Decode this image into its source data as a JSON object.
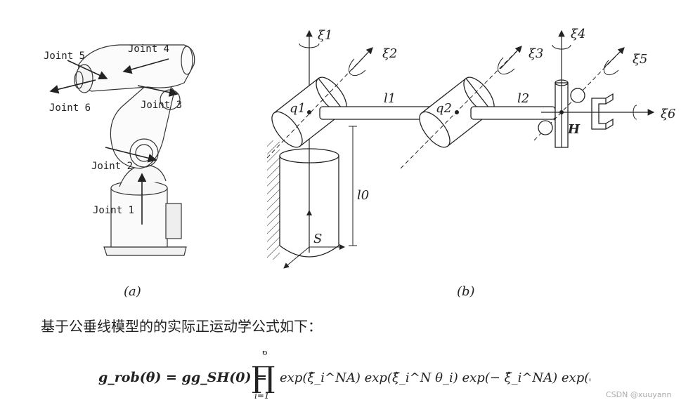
{
  "fig_a": {
    "caption": "(a)",
    "joints": [
      "Joint 1",
      "Joint 2",
      "Joint 3",
      "Joint 4",
      "Joint 5",
      "Joint 6"
    ]
  },
  "fig_b": {
    "caption": "(b)",
    "xi": [
      "ξ1",
      "ξ2",
      "ξ3",
      "ξ4",
      "ξ5",
      "ξ6"
    ],
    "q1": "q1",
    "q2": "q2",
    "l0": "l0",
    "l1": "l1",
    "l2": "l2",
    "S": "S",
    "H": "H"
  },
  "text": {
    "intro": "基于公垂线模型的的实际正运动学公式如下："
  },
  "formula": {
    "lhs": "g_rob(θ) = gg_SH(0) =",
    "prod_upper": "6",
    "prod_lower": "i=1",
    "body": "exp(ξ̂_i^NA) exp(ξ̂_i^N θ_i) exp(− ξ̂_i^NA) exp(ξ̂_SH)"
  },
  "watermark": "CSDN @xuuyann"
}
